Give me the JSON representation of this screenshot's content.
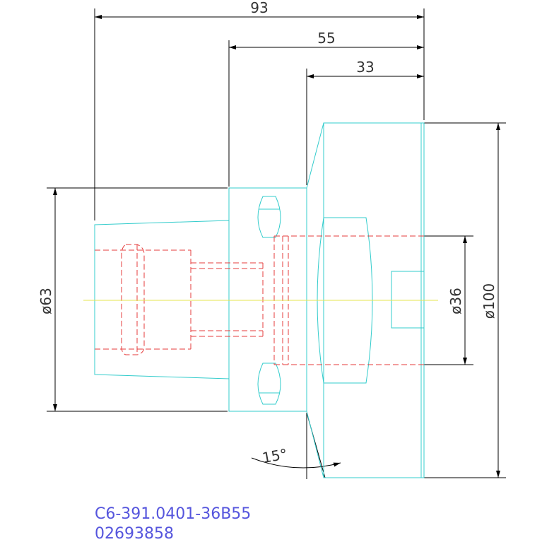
{
  "drawing": {
    "dimensions": {
      "length_overall": "93",
      "length_mid": "55",
      "length_flange": "33",
      "dia_shank": "ø63",
      "dia_bore": "ø36",
      "dia_flange": "ø100",
      "angle": "15°"
    },
    "part_number": "C6-391.0401-36B55",
    "article_number": "02693858"
  },
  "colors": {
    "outline": "#33cccc",
    "hidden": "#e63b3b",
    "dimension": "#000000",
    "centerline": "#e6e64d",
    "label": "#5555dd"
  }
}
